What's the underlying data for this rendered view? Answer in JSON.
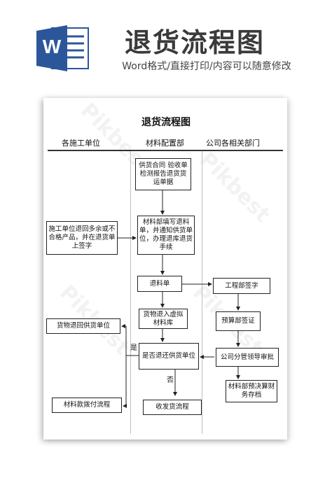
{
  "banner": {
    "title": "退货流程图",
    "subtitle": "Word格式/直接打印/内容可以随意修改",
    "app_icon": "word-icon",
    "app_icon_letter": "W"
  },
  "doc": {
    "title": "退货流程图",
    "columns": [
      "各施工单位",
      "材料配置部",
      "公司各相关部门"
    ],
    "nodes": {
      "n1": "供货合同 验收单检测报告退货货运单据",
      "n2": "材料部填写退料单，并通知供货单位，办理退库退货手续",
      "n3": "施工单位退回多余或不合格产品，并在退货单上签字",
      "n4": "退料单",
      "n5": "工程部签字",
      "n6": "货物退入虚拟材料库",
      "n7": "预算部签证",
      "n8": "货物退回供货单位",
      "n9": "是否退还供货单位",
      "n10": "公司分管领导审批",
      "n11": "材料部预决算财务存档",
      "n12": "材料款拨付流程",
      "n13": "收发货流程"
    },
    "labels": {
      "yes": "是",
      "no": "否"
    }
  },
  "watermark": "Pikbest"
}
